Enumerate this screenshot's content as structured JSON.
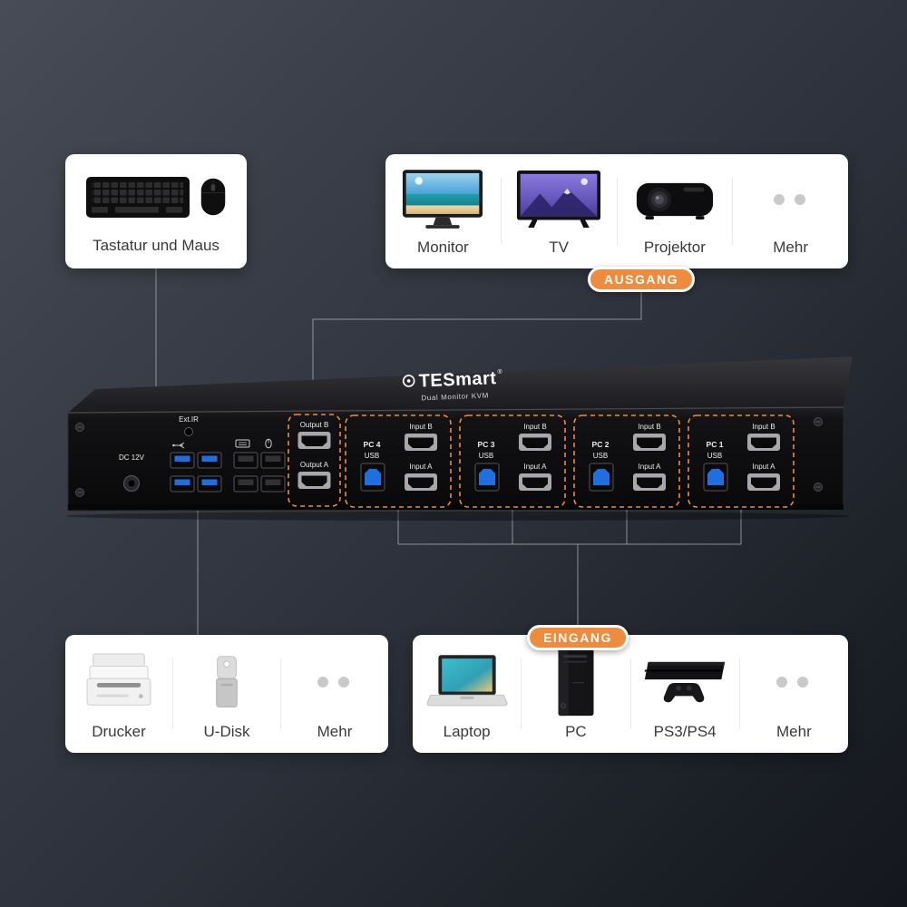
{
  "badges": {
    "output": "AUSGANG",
    "input": "EINGANG"
  },
  "cards": {
    "keyboard_mouse": {
      "label": "Tastatur und Maus"
    },
    "outputs": {
      "items": [
        {
          "label": "Monitor",
          "icon": "monitor-icon"
        },
        {
          "label": "TV",
          "icon": "tv-icon"
        },
        {
          "label": "Projektor",
          "icon": "projector-icon"
        },
        {
          "label": "Mehr",
          "icon": "more-dots-icon"
        }
      ]
    },
    "peripherals": {
      "items": [
        {
          "label": "Drucker",
          "icon": "printer-icon"
        },
        {
          "label": "U-Disk",
          "icon": "usb-flash-drive-icon"
        },
        {
          "label": "Mehr",
          "icon": "more-dots-icon"
        }
      ]
    },
    "inputs": {
      "items": [
        {
          "label": "Laptop",
          "icon": "laptop-icon"
        },
        {
          "label": "PC",
          "icon": "desktop-tower-icon"
        },
        {
          "label": "PS3/PS4",
          "icon": "game-console-icon"
        },
        {
          "label": "Mehr",
          "icon": "more-dots-icon"
        }
      ]
    }
  },
  "device": {
    "brand": "TESmart",
    "brand_mark": "®",
    "model_text": "Dual Monitor KVM",
    "labels": {
      "power": "DC 12V",
      "ir": "Ext.IR",
      "output_b": "Output B",
      "output_a": "Output A",
      "usb": "USB",
      "input_b": "Input B",
      "input_a": "Input A"
    },
    "pc_groups": [
      {
        "name": "PC 4"
      },
      {
        "name": "PC 3"
      },
      {
        "name": "PC 2"
      },
      {
        "name": "PC 1"
      }
    ]
  },
  "colors": {
    "accent_orange": "#EF8B3D",
    "usb_blue": "#1F6FE0",
    "card_background": "#FFFFFF"
  }
}
